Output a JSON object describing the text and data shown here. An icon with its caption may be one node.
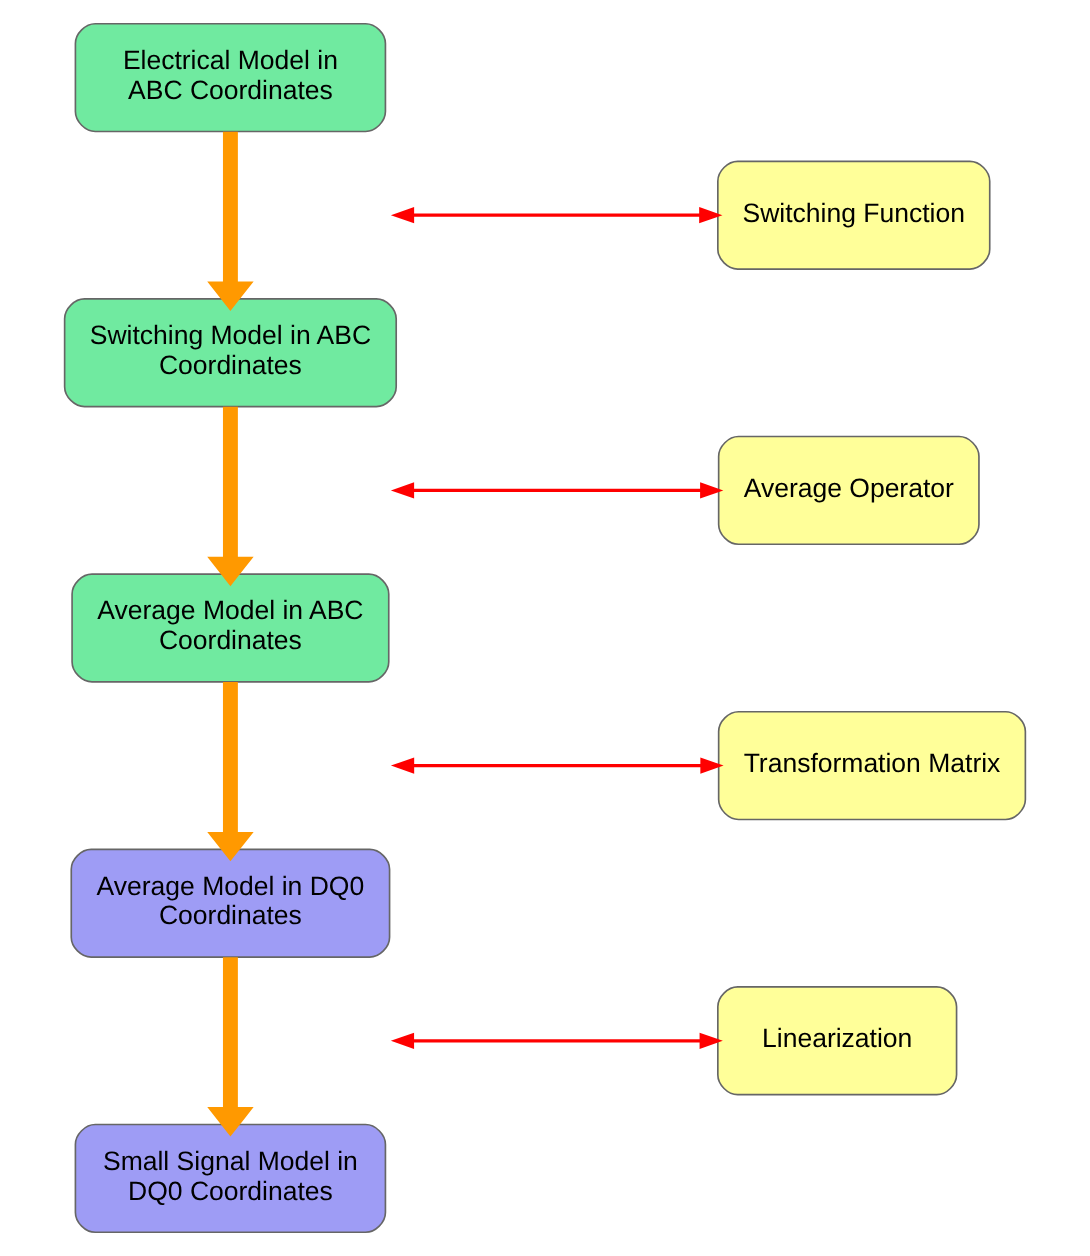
{
  "diagram": {
    "nodes": [
      {
        "text": [
          "Electrical Model in ABC Coordinates"
        ]
      },
      {
        "text": [
          "Switching Function"
        ]
      },
      {
        "text": [
          "Switching Model in ABC Coordinates"
        ]
      },
      {
        "text": [
          "Average Operator"
        ]
      },
      {
        "text": [
          "Average Model in ABC Coordinates"
        ]
      },
      {
        "text": [
          "Transformation Matrix"
        ]
      },
      {
        "text": [
          "Average Model in DQ0 Coordinates"
        ]
      },
      {
        "text": [
          "Linearization"
        ]
      },
      {
        "text": [
          "Small Signal Model in DQ0 Coordinates"
        ]
      }
    ],
    "edges": [
      {
        "from": 0,
        "to": 2,
        "arrow": "to",
        "style": "thick",
        "color": "#ff9900"
      },
      {
        "from": null,
        "to": 1,
        "arrow": "both",
        "color": "#ff0000"
      },
      {
        "from": 2,
        "to": 4,
        "arrow": "to",
        "style": "thick",
        "color": "#ff9900"
      },
      {
        "from": null,
        "to": 3,
        "arrow": "both",
        "color": "#ff0000"
      },
      {
        "from": 4,
        "to": 6,
        "arrow": "to",
        "style": "thick",
        "color": "#ff9900"
      },
      {
        "from": null,
        "to": 5,
        "arrow": "both",
        "color": "#ff0000"
      },
      {
        "from": 6,
        "to": 8,
        "arrow": "to",
        "style": "thick",
        "color": "#ff9900"
      },
      {
        "from": null,
        "to": 7,
        "arrow": "both",
        "color": "#ff0000"
      }
    ]
  }
}
